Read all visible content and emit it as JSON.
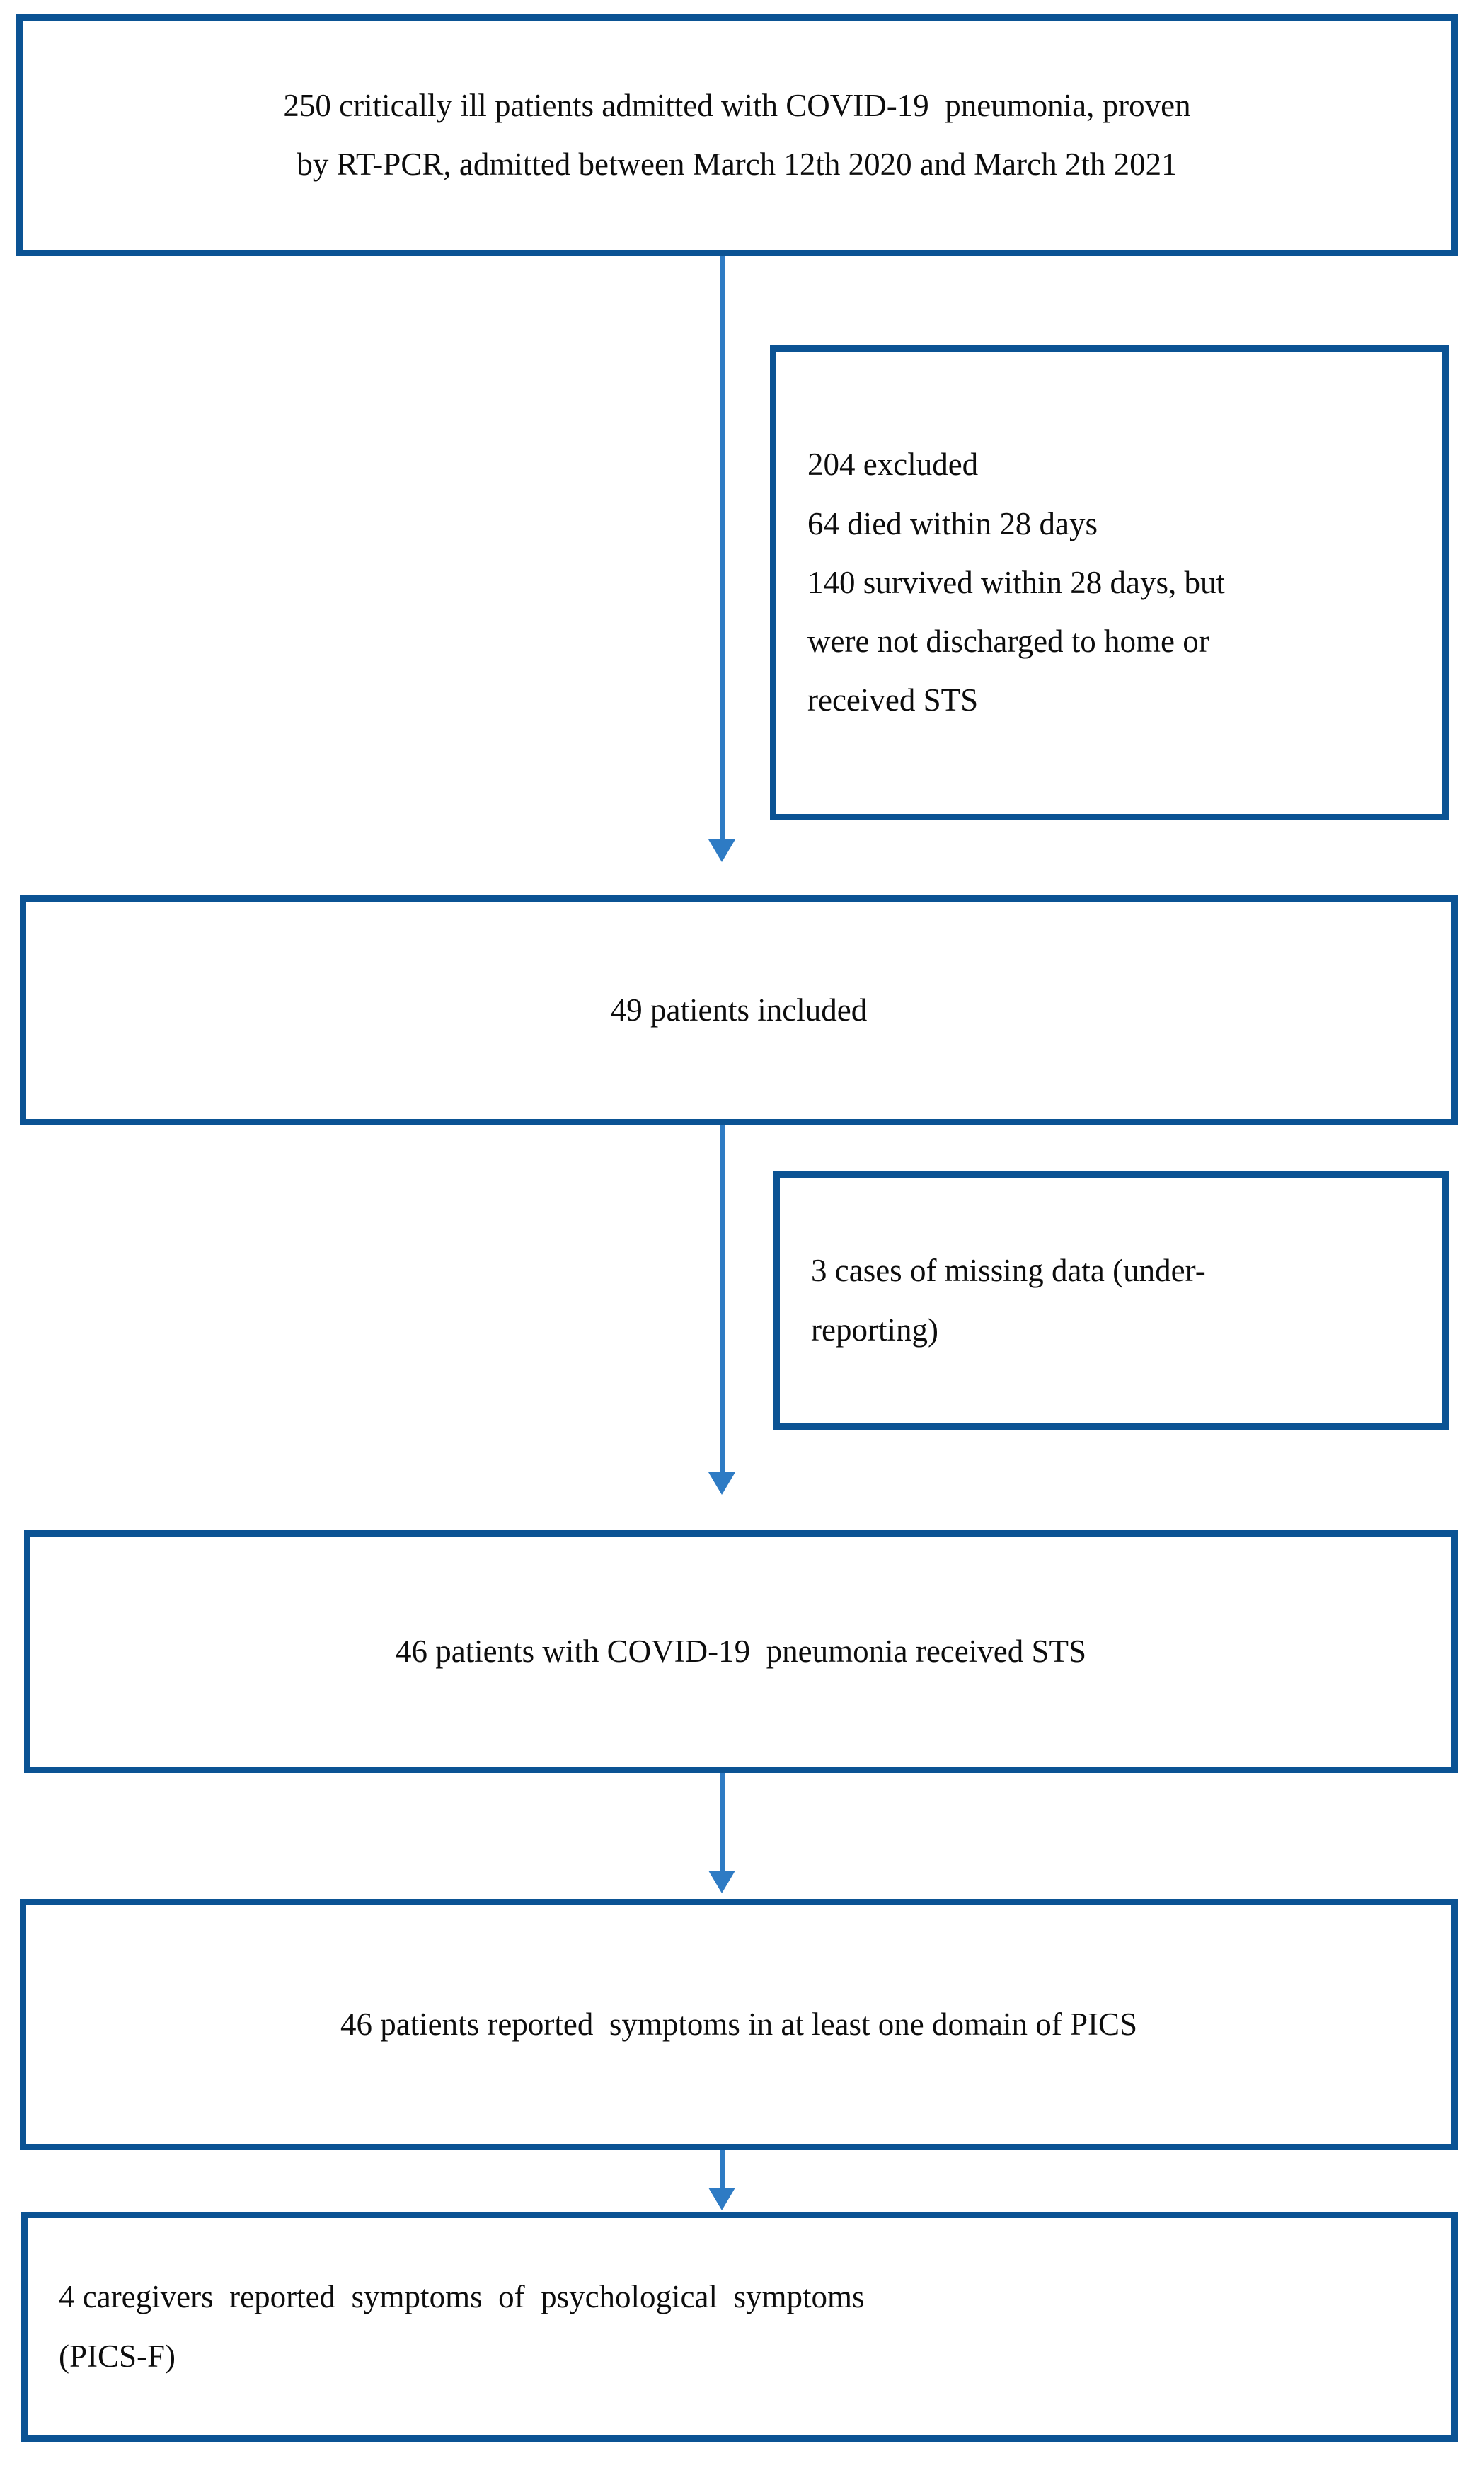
{
  "diagram": {
    "title": "Patient inclusion flow diagram",
    "colors": {
      "box_border": "#0B5394",
      "connector": "#2E7BC4",
      "text": "#0d0d0d",
      "background": "#ffffff"
    },
    "nodes": [
      {
        "id": "enrollment",
        "name": "enrollment-box",
        "align": "center",
        "lines": [
          "250 critically ill patients admitted with COVID-19  pneumonia, proven",
          "by RT-PCR, admitted between March 12th 2020 and March 2th 2021"
        ]
      },
      {
        "id": "excluded",
        "name": "excluded-box",
        "align": "left",
        "lines": [
          "204 excluded",
          "64 died within 28 days",
          "140 survived within 28 days, but",
          "were not discharged to home or",
          "received STS"
        ]
      },
      {
        "id": "included",
        "name": "included-box",
        "align": "center",
        "lines": [
          "49 patients included"
        ]
      },
      {
        "id": "missing-data",
        "name": "missing-data-box",
        "align": "left",
        "lines": [
          "3 cases of missing data (under-",
          "reporting)"
        ]
      },
      {
        "id": "received-sts",
        "name": "received-sts-box",
        "align": "center",
        "lines": [
          "46 patients with COVID-19  pneumonia received STS"
        ]
      },
      {
        "id": "pics-symptoms",
        "name": "pics-symptoms-box",
        "align": "center",
        "lines": [
          "46 patients reported  symptoms in at least one domain of PICS"
        ]
      },
      {
        "id": "pics-f",
        "name": "pics-f-box",
        "align": "left",
        "lines": [
          "4 caregivers  reported  symptoms  of  psychological  symptoms",
          "(PICS-F)"
        ]
      }
    ],
    "connectors": [
      {
        "id": "c1",
        "name": "connector-enrollment-to-included"
      },
      {
        "id": "c2",
        "name": "connector-included-to-received-sts"
      },
      {
        "id": "c3",
        "name": "connector-received-sts-to-pics"
      },
      {
        "id": "c4",
        "name": "connector-pics-to-pics-f"
      }
    ]
  }
}
